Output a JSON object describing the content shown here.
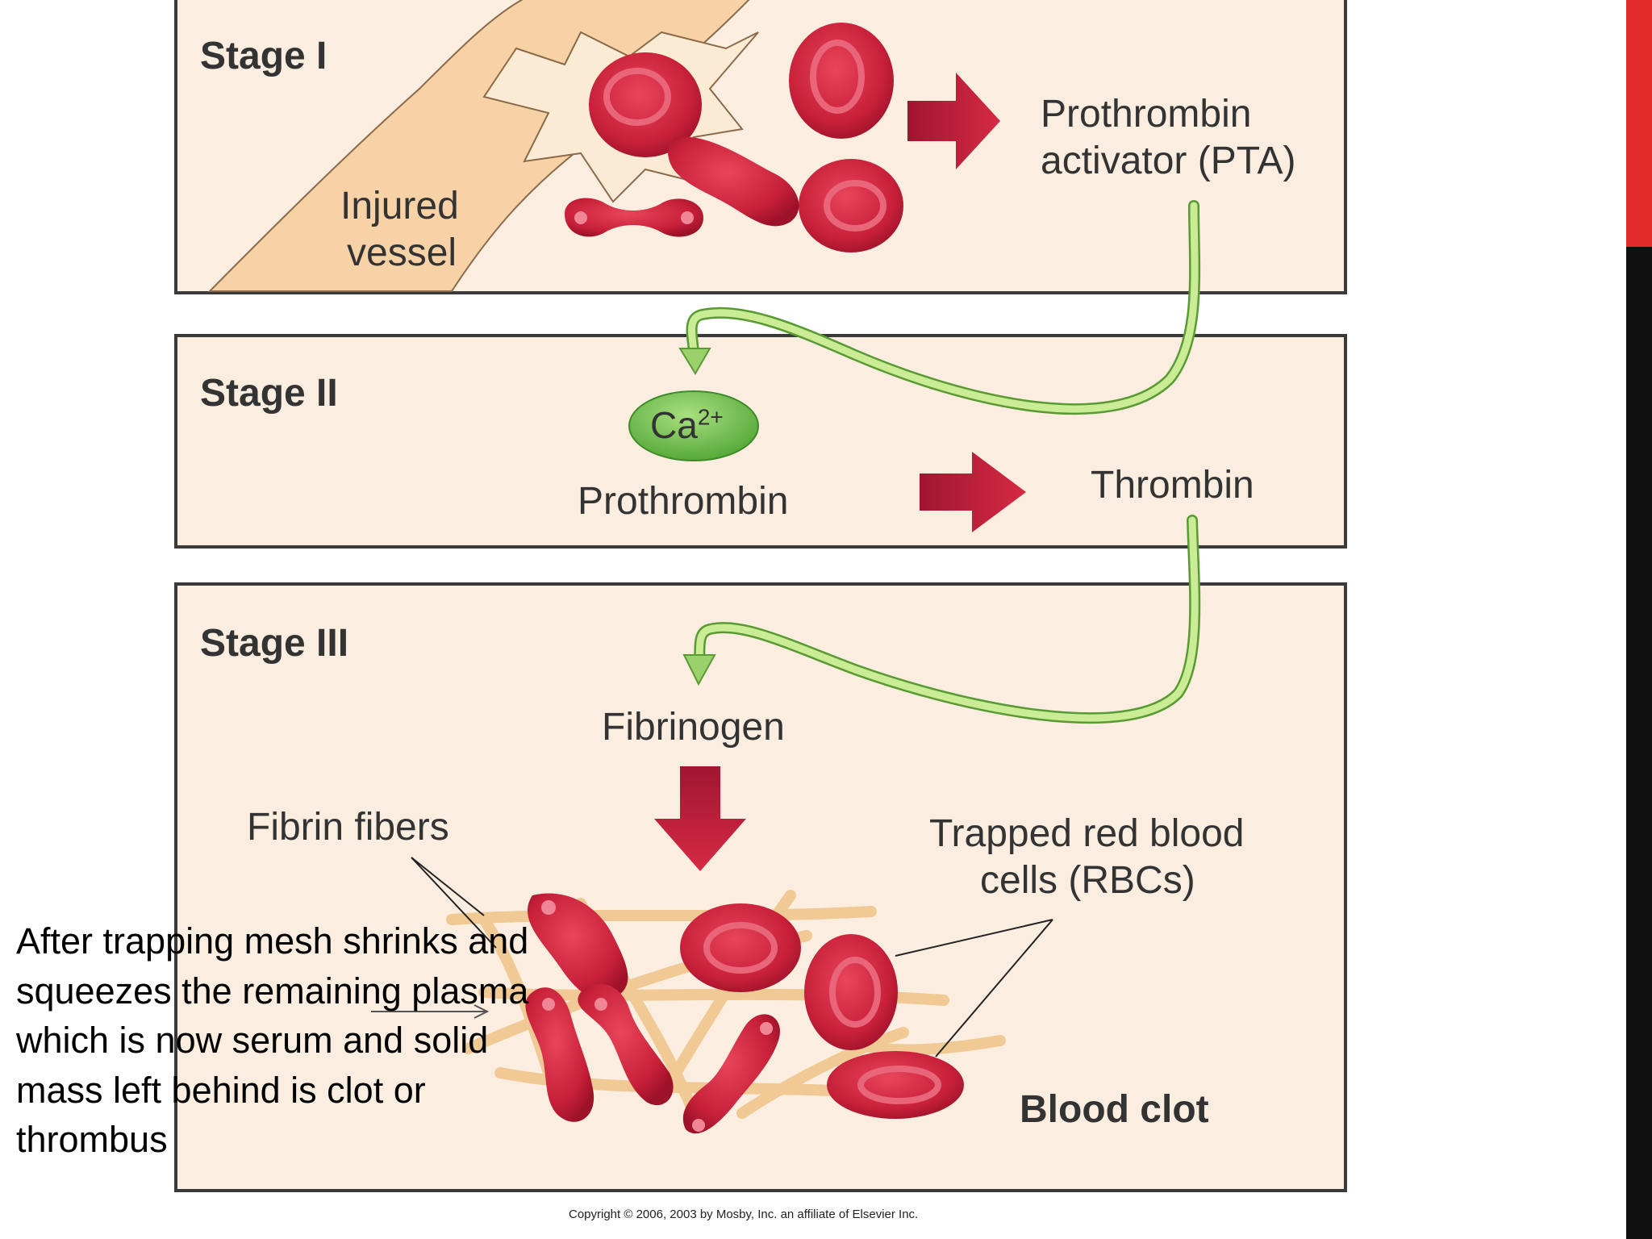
{
  "colors": {
    "panel_fill": "#fbeee0",
    "panel_border": "#3a3a3a",
    "vessel": "#f7d2a6",
    "rbc": "#c8203a",
    "arrow_red": "#c8203a",
    "arrow_green": "#9bd16a",
    "calcium": "#6cc04a",
    "fibrin": "#f0c994",
    "accent_red": "#e32b2b",
    "accent_black": "#111111"
  },
  "stage1": {
    "title": "Stage I",
    "vessel_label_line1": "Injured",
    "vessel_label_line2": "vessel",
    "product_line1": "Prothrombin",
    "product_line2": "activator (PTA)"
  },
  "stage2": {
    "title": "Stage II",
    "calcium_base": "Ca",
    "calcium_charge": "2+",
    "substrate": "Prothrombin",
    "product": "Thrombin"
  },
  "stage3": {
    "title": "Stage III",
    "substrate": "Fibrinogen",
    "fibrin_label": "Fibrin fibers",
    "rbc_label_line1": "Trapped red blood",
    "rbc_label_line2": "cells (RBCs)",
    "clot_label": "Blood clot"
  },
  "note": "After trapping mesh shrinks and squeezes the remaining plasma which is now serum and solid mass left behind is clot or thrombus",
  "copyright": "Copyright © 2006, 2003 by Mosby, Inc. an affiliate of Elsevier Inc.",
  "icons": [
    "red-blood-cell-icon",
    "platelet-icon",
    "calcium-ion-icon"
  ]
}
